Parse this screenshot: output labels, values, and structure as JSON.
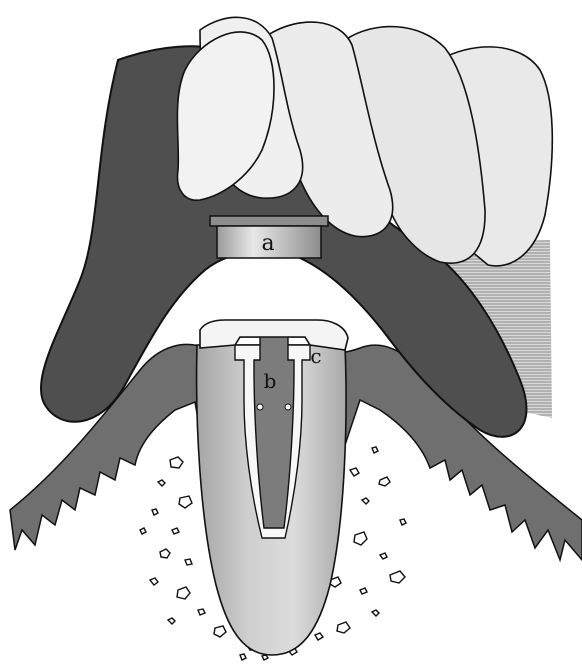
{
  "labels": {
    "a": "a",
    "b": "b",
    "c": "c"
  },
  "colors": {
    "tooth": "#e6e6e6",
    "tooth_shadow": "#cfcfcf",
    "denture_base": "#4f4f4f",
    "gingiva_bone": "#6f6f6f",
    "implant_light": "#d8d8d8",
    "implant_mid": "#a9a9a9",
    "abutment": "#7c7c7c",
    "cap": "#f4f4f4",
    "outline": "#111111",
    "hatch": "#8a8a8a"
  }
}
